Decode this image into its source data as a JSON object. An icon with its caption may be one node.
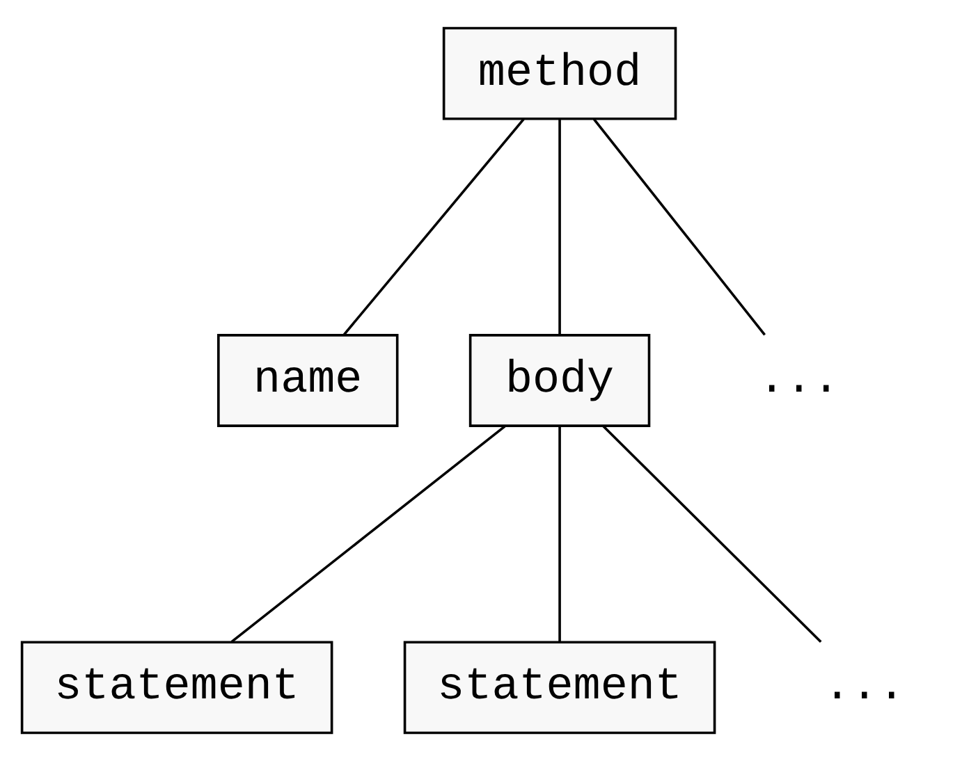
{
  "diagram": {
    "nodes": [
      {
        "text": [
          "method"
        ]
      },
      {
        "text": [
          "name"
        ]
      },
      {
        "text": [
          "body"
        ]
      },
      {
        "text": [
          "..."
        ]
      },
      {
        "text": [
          "statement"
        ]
      },
      {
        "text": [
          "statement"
        ]
      },
      {
        "text": [
          "..."
        ]
      }
    ],
    "edges": [
      {
        "from": 0,
        "to": 1,
        "arrow": "none"
      },
      {
        "from": 0,
        "to": 2,
        "arrow": "none"
      },
      {
        "from": 0,
        "to": 3,
        "arrow": "none"
      },
      {
        "from": 2,
        "to": 4,
        "arrow": "none"
      },
      {
        "from": 2,
        "to": 5,
        "arrow": "none"
      },
      {
        "from": 2,
        "to": 6,
        "arrow": "none"
      }
    ]
  }
}
